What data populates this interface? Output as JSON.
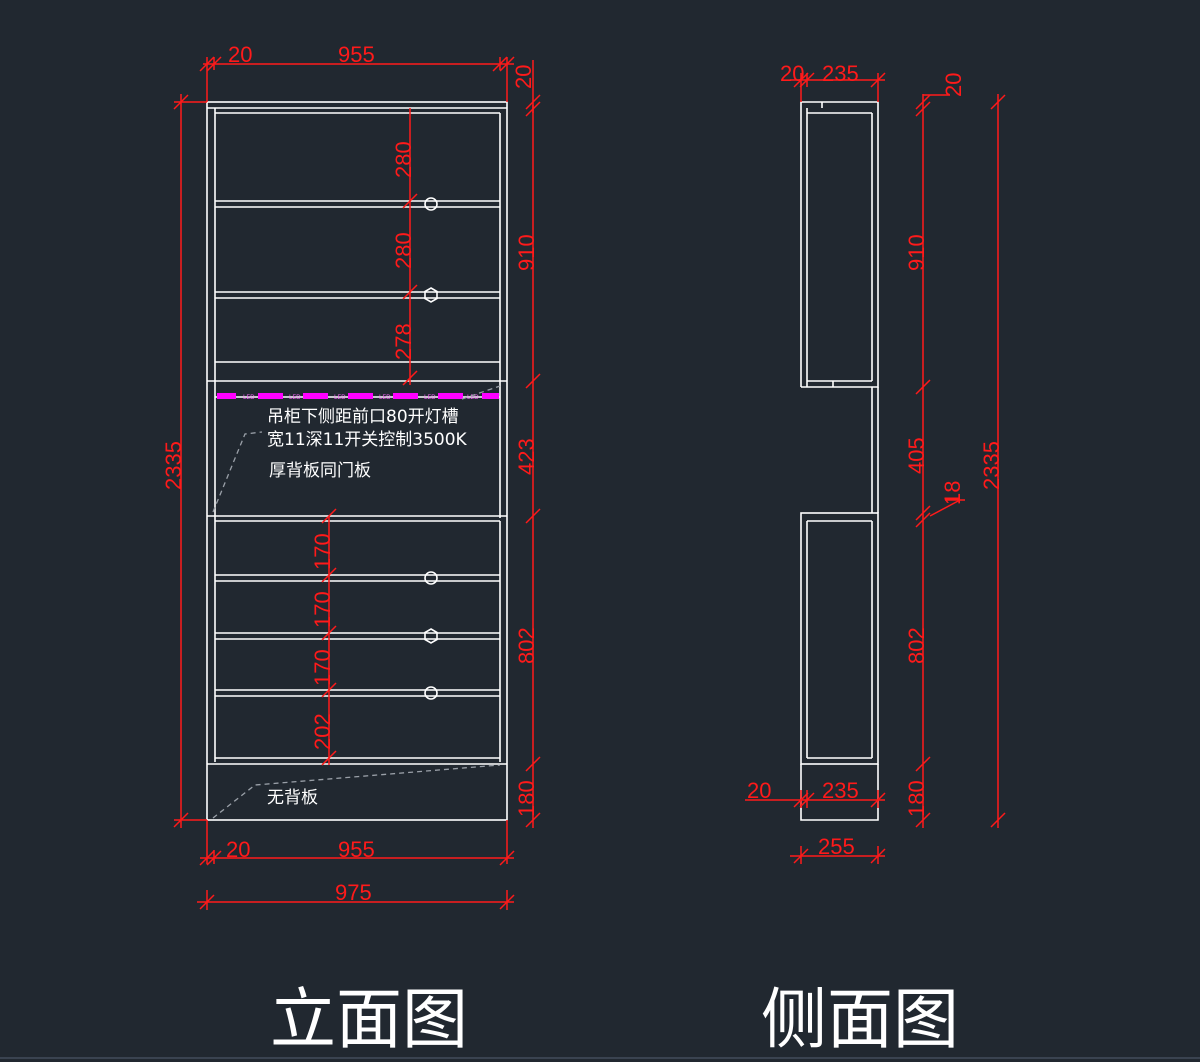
{
  "titles": {
    "front": "立面图",
    "side": "侧面图"
  },
  "notes": {
    "light_slot_line1": "吊柜下侧距前口80开灯槽",
    "light_slot_line2": "宽11深11开关控制3500K",
    "thick_back": "厚背板同门板",
    "no_back": "无背板"
  },
  "front_dims": {
    "top_left": "20",
    "top_width": "955",
    "top_right": "20",
    "overall_height": "2335",
    "upper_shelf_1": "280",
    "upper_shelf_2": "280",
    "upper_shelf_3": "278",
    "upper_cabinet": "910",
    "middle_open": "423",
    "lower_cabinet": "802",
    "plinth": "180",
    "lower_shelf_1": "170",
    "lower_shelf_2": "170",
    "lower_shelf_3": "170",
    "lower_shelf_4": "202",
    "bottom_left": "20",
    "bottom_width": "955",
    "total_width": "975"
  },
  "side_dims": {
    "top_left": "20",
    "top_depth": "235",
    "top_right": "20",
    "upper_cabinet": "910",
    "middle_open": "405",
    "middle_panel": "18",
    "lower_cabinet": "802",
    "plinth": "180",
    "overall_height": "2335",
    "bottom_left": "20",
    "bottom_depth": "235",
    "total_depth": "255"
  },
  "led_label": "LED",
  "colors": {
    "background": "#212830",
    "lines": "#ffffff",
    "dimensions": "#ff1a1a",
    "led_strip": "#ff00ff",
    "leader": "#9aa0a8"
  }
}
